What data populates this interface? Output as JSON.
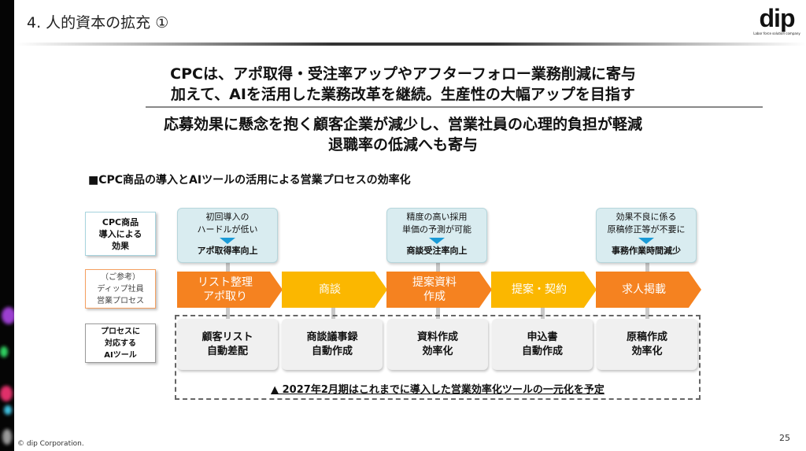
{
  "header": {
    "title": "4. 人的資本の拡充 ①",
    "logo": "dip",
    "logo_tagline": "Labor force solution company"
  },
  "headline": {
    "line1": "CPCは、アポ取得・受注率アップやアフターフォロー業務削減に寄与",
    "line2": "加えて、AIを活用した業務改革を継続。生産性の大幅アップを目指す",
    "line3": "応募効果に懸念を抱く顧客企業が減少し、営業社員の心理的負担が軽減",
    "line4": "退職率の低減へも寄与"
  },
  "section_title": "■CPC商品の導入とAIツールの活用による営業プロセスの効率化",
  "row_labels": {
    "effect": "CPC商品\n導入による\n効果",
    "process": "（ご参考）\nディップ社員\n営業プロセス",
    "tools": "プロセスに\n対応する\nAIツール"
  },
  "callouts": [
    {
      "text": "初回導入の\nハードルが低い",
      "result": "アポ取得率向上"
    },
    {
      "text": "精度の高い採用\n単価の予測が可能",
      "result": "商談受注率向上"
    },
    {
      "text": "効果不良に係る\n原稿修正等が不要に",
      "result": "事務作業時間減少"
    }
  ],
  "process": [
    "リスト整理\nアポ取り",
    "商談",
    "提案資料\n作成",
    "提案・契約",
    "求人掲載"
  ],
  "tools": [
    "顧客リスト\n自動差配",
    "商談議事録\n自動作成",
    "資料作成\n効率化",
    "申込書\n自動作成",
    "原稿作成\n効率化"
  ],
  "note": "▲ 2027年2月期はこれまでに導入した営業効率化ツールの一元化を予定",
  "footer": {
    "copyright": "© dip Corporation.",
    "page": "25"
  },
  "colors": {
    "orange": "#f58220",
    "yellow": "#fbb700",
    "callout_bg": "#d9ecf0",
    "marker": "#1a9ad6"
  }
}
